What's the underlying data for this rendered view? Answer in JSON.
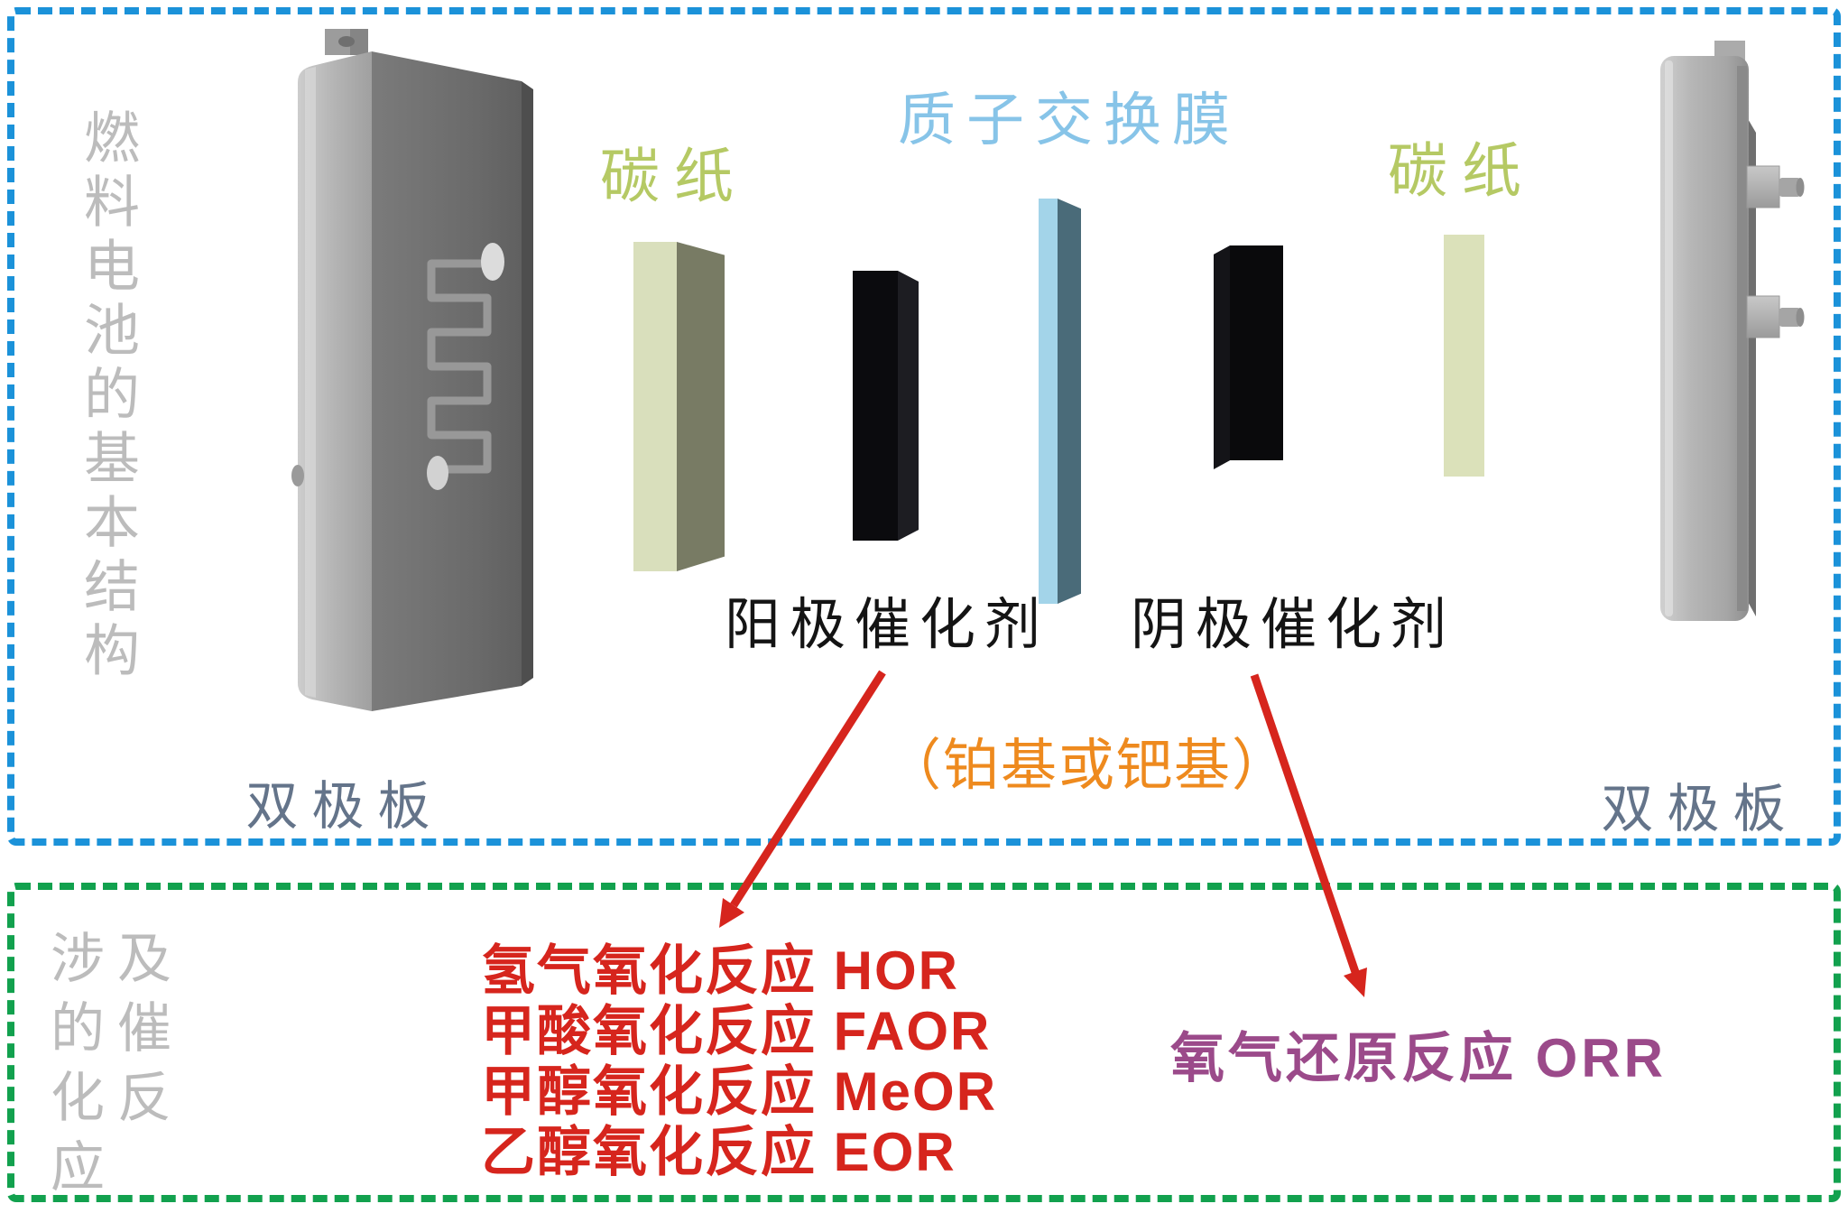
{
  "colors": {
    "structure_box_border": "#1b92d9",
    "reaction_box_border": "#12a14e",
    "side_caption_gray": "#bcbcbc",
    "bipolar_label_slate": "#64748a",
    "carbon_paper_label_green": "#b5c964",
    "membrane_label_blue": "#87c4e8",
    "catalyst_label_black": "#141414",
    "catalyst_note_orange": "#ee8a1e",
    "anode_reaction_red": "#d6251d",
    "cathode_reaction_purple": "#9b4a8a",
    "membrane_slab_front": "#a3d4e9",
    "membrane_slab_side": "#4a6b79",
    "carbon_slab_front": "#d9dfbc",
    "carbon_slab_side": "#787b64",
    "catalyst_slab": "#0b0b0e"
  },
  "structure_section": {
    "caption_vertical": "燃料电池的基本结构",
    "carbon_paper_left": "碳纸",
    "membrane": "质子交换膜",
    "carbon_paper_right": "碳纸",
    "anode_catalyst": "阳极催化剂",
    "cathode_catalyst": "阴极催化剂",
    "catalyst_note": "（铂基或钯基）",
    "bipolar_plate_left": "双极板",
    "bipolar_plate_right": "双极板"
  },
  "reaction_section": {
    "caption_full": "涉及的催化反应",
    "caption_rows": [
      "涉及",
      "的催",
      "化反",
      "应"
    ],
    "anode_reactions": [
      "氢气氧化反应 HOR",
      "甲酸氧化反应 FAOR",
      "甲醇氧化反应 MeOR",
      "乙醇氧化反应 EOR"
    ],
    "cathode_reaction": "氧气还原反应 ORR"
  }
}
